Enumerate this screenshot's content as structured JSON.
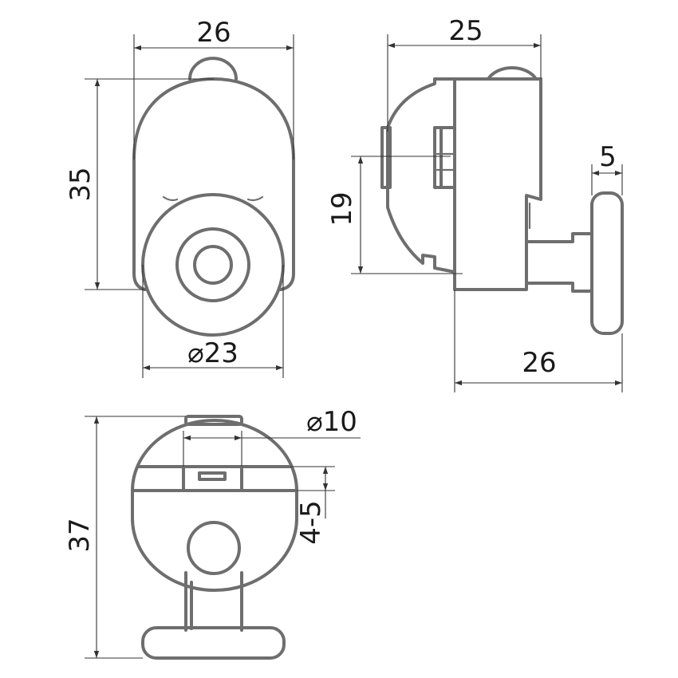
{
  "colors": {
    "outline": "#6e6e6e",
    "dimension": "#333333",
    "text": "#1a1a1a",
    "background": "#ffffff"
  },
  "front_view": {
    "width": "26",
    "height": "35",
    "wheel_diameter": "⌀23"
  },
  "side_view": {
    "depth": "25",
    "wheel_offset": "19",
    "overall": "26",
    "stem": "5"
  },
  "bottom_view": {
    "height": "37",
    "bore": "⌀10",
    "adjustment": "4-5"
  }
}
